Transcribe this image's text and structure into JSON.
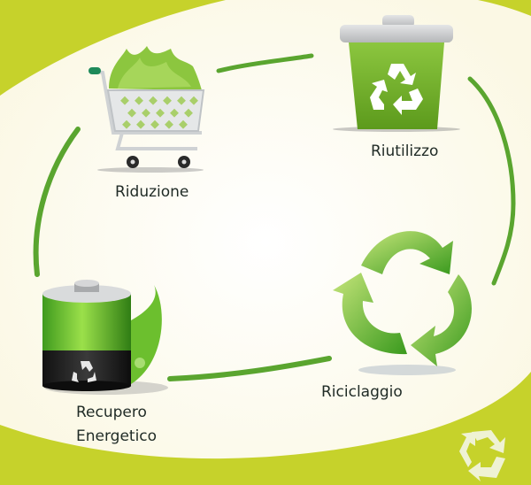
{
  "diagram": {
    "type": "cycle",
    "nodes": [
      {
        "id": "riduzione",
        "label": "Riduzione",
        "icon": "shopping-cart-with-leaves-icon"
      },
      {
        "id": "riutilizzo",
        "label": "Riutilizzo",
        "icon": "recycle-bin-icon"
      },
      {
        "id": "riciclaggio",
        "label": "Riciclaggio",
        "icon": "recycle-arrows-icon"
      },
      {
        "id": "recupero",
        "label_line1": "Recupero",
        "label_line2": "Energetico",
        "icon": "battery-with-leaf-icon"
      }
    ],
    "edges": [
      [
        "riduzione",
        "riutilizzo"
      ],
      [
        "riutilizzo",
        "riciclaggio"
      ],
      [
        "riciclaggio",
        "recupero"
      ],
      [
        "recupero",
        "riduzione"
      ]
    ],
    "corner_icon": "recycle-watermark-icon"
  },
  "colors": {
    "background": "#fdfbec",
    "band": "#c6d22b",
    "connector": "#5aa52f",
    "text": "#1f2a25",
    "bin_green": "#7fb52a",
    "lid_gray": "#c9cbcd"
  }
}
